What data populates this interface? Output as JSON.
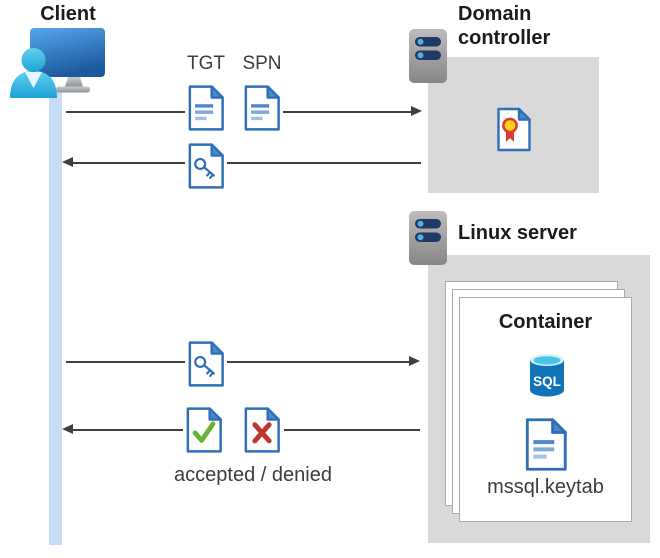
{
  "client": {
    "label": "Client"
  },
  "flow": {
    "tgt_label": "TGT",
    "spn_label": "SPN",
    "response_label": "accepted / denied"
  },
  "domain_controller": {
    "label": "Domain controller"
  },
  "linux_server": {
    "label": "Linux server"
  },
  "container": {
    "label": "Container",
    "sql_badge": "SQL",
    "keytab_label": "mssql.keytab"
  },
  "icons": {
    "client": "monitor-with-user-icon",
    "servers": "server-rack-icon",
    "tickets": "document-icon",
    "service_ticket": "key-document-icon",
    "certificate": "certificate-document-icon",
    "accepted": "check-document-icon",
    "denied": "cross-document-icon",
    "database": "sql-database-icon",
    "keytab": "document-icon"
  },
  "colors": {
    "doc_blue": "#2e6fb7",
    "doc_line_dark": "#4c88ca",
    "doc_line_light": "#7fa9db",
    "person_cyan": "#2fb5e0",
    "box_gray": "#d9d9d9",
    "arrow_gray": "#3f3f3f",
    "lifeline_blue": "#c5ddf6",
    "check_green": "#67b334",
    "cross_red": "#bf3631",
    "cert_yellow": "#ffd31c",
    "cert_red": "#e23b2e",
    "sql_body_blue": "#1173ba",
    "sql_top_cyan": "#49c5ea",
    "server_bar_navy": "#1e3a66",
    "server_dot_blue": "#55aee4"
  }
}
